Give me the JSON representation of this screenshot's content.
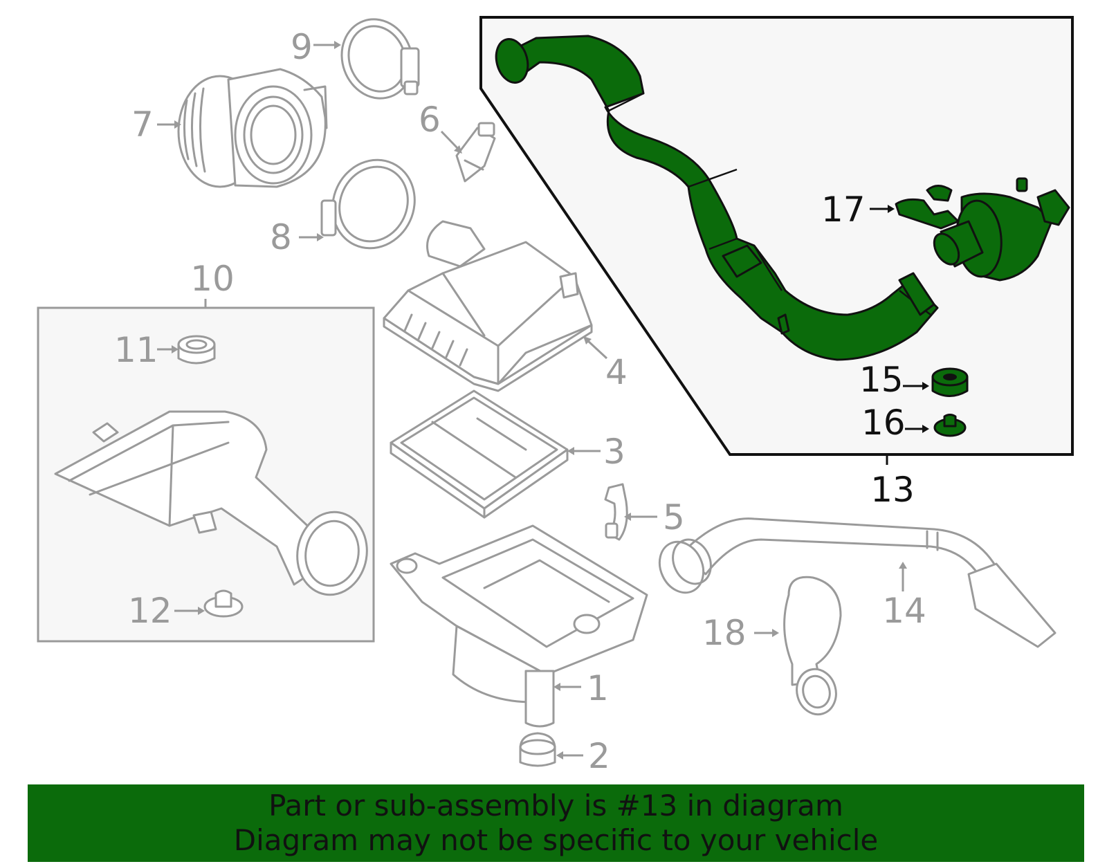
{
  "colors": {
    "highlight": "#0b6b0b",
    "banner": "#0b6b0b",
    "line_grey": "#9a9a9a",
    "line_black": "#111111",
    "box_fill": "#f7f7f7"
  },
  "callouts": {
    "n1": "1",
    "n2": "2",
    "n3": "3",
    "n4": "4",
    "n5": "5",
    "n6": "6",
    "n7": "7",
    "n8": "8",
    "n9": "9",
    "n10": "10",
    "n11": "11",
    "n12": "12",
    "n13": "13",
    "n14": "14",
    "n15": "15",
    "n16": "16",
    "n17": "17",
    "n18": "18"
  },
  "highlighted_part": "13",
  "banner": {
    "line1": "Part or sub-assembly is #13 in diagram",
    "line2": "Diagram may not be specific to your vehicle"
  }
}
